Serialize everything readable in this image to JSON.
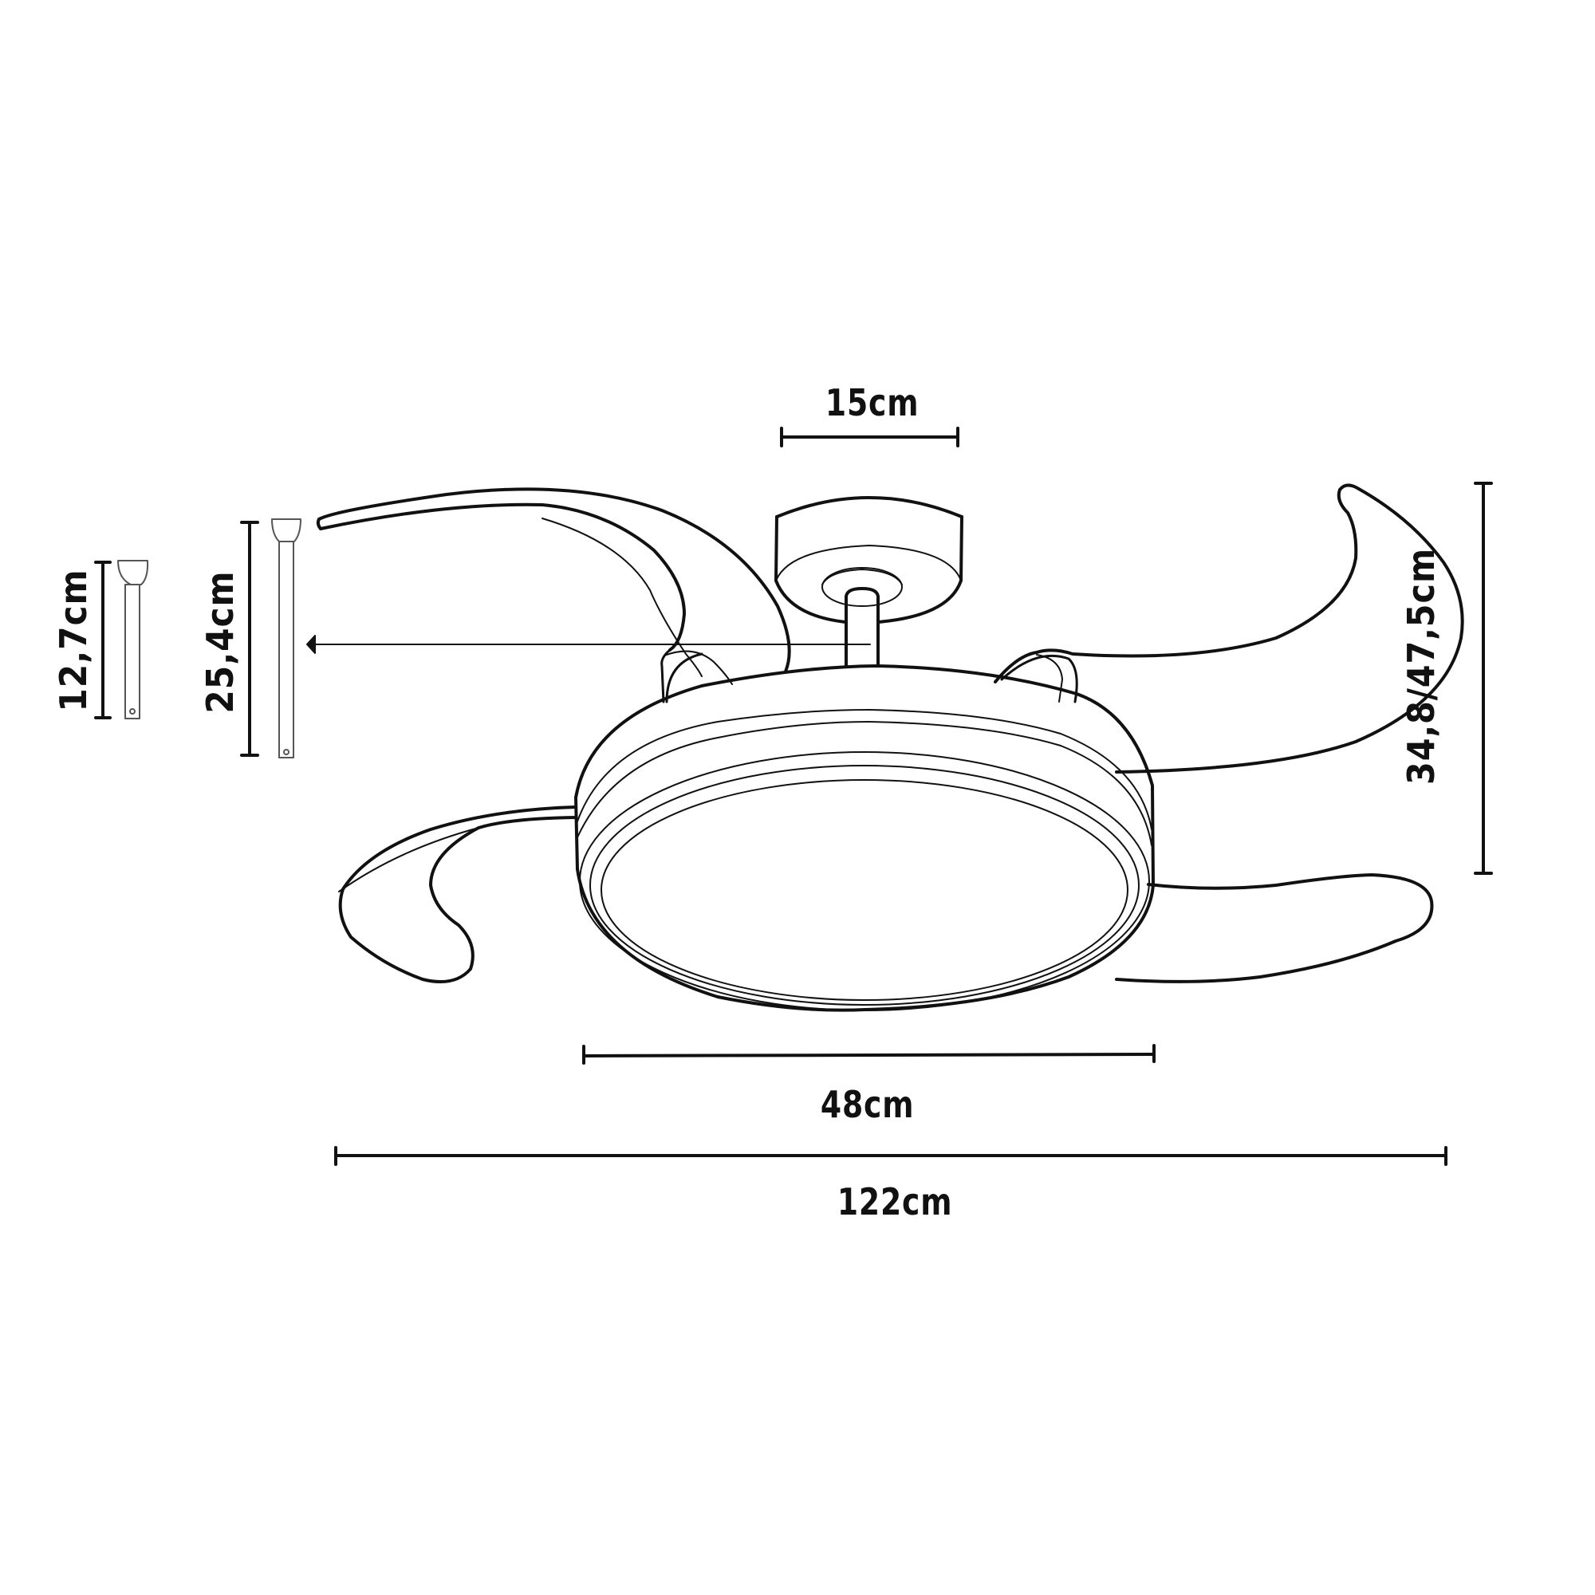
{
  "diagram": {
    "subject": "Ceiling fan with retractable blades and LED light",
    "line_color": "#111111",
    "background": "#ffffff"
  },
  "dimensions": {
    "canopy_width": "15cm",
    "light_diameter": "48cm",
    "total_span": "122cm",
    "height": "34,8/47,5cm",
    "downrod_long": "25,4cm",
    "downrod_short": "12,7cm"
  },
  "parts": [
    {
      "name": "canopy"
    },
    {
      "name": "downrod"
    },
    {
      "name": "motor-housing-with-light"
    },
    {
      "name": "blade",
      "count": 4
    },
    {
      "name": "downrod-option-short"
    },
    {
      "name": "downrod-option-long"
    }
  ]
}
